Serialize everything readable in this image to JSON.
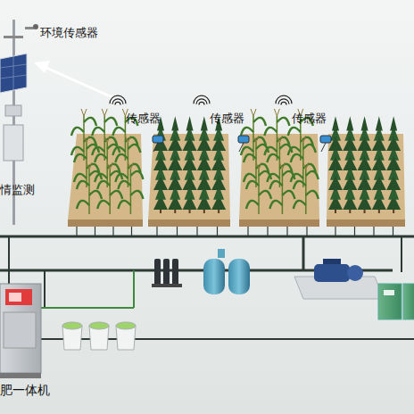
{
  "diagram": {
    "labels": [
      "环境传感器",
      "传感器",
      "传感器",
      "传感器",
      "情监测",
      "肥一体机"
    ]
  }
}
